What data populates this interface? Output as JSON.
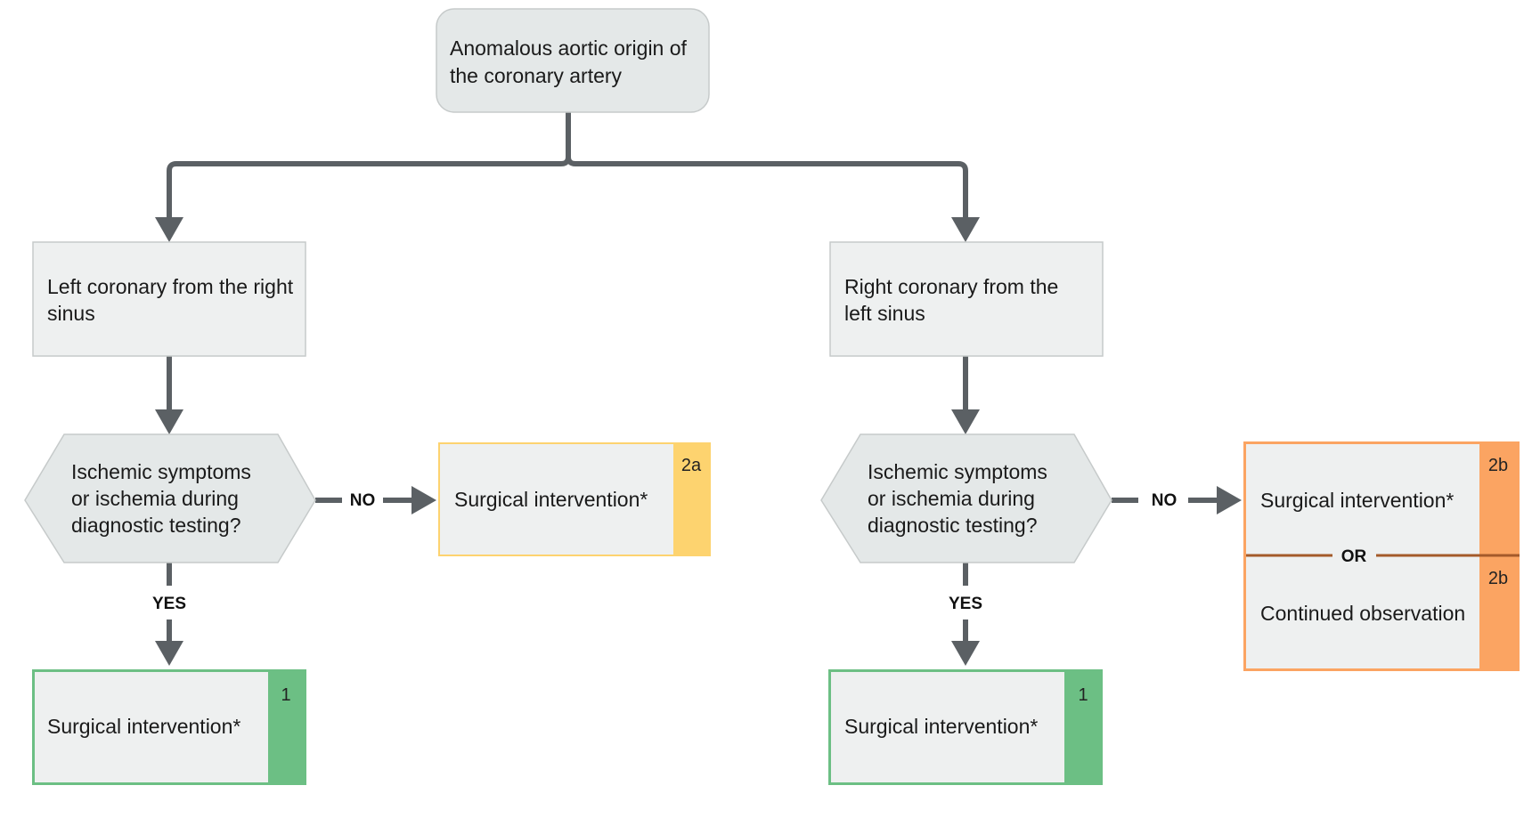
{
  "colors": {
    "connector": "#5b6064",
    "start_fill": "#e4e8e8",
    "box_fill": "#eef0f0",
    "box_border": "#c6caca",
    "grade_1": "#6cbf84",
    "grade_2a": "#fdd36f",
    "grade_2b": "#fba462",
    "or_divider": "#a45a2a"
  },
  "start": {
    "lines": [
      "Anomalous aortic origin of",
      "the coronary artery"
    ]
  },
  "left": {
    "title_lines": [
      "Left coronary from the right",
      "sinus"
    ],
    "decision_lines": [
      "Ischemic symptoms",
      "or ischemia during",
      "diagnostic testing?"
    ],
    "no_label": "NO",
    "yes_label": "YES",
    "no_outcome": {
      "text": "Surgical intervention*",
      "grade": "2a"
    },
    "yes_outcome": {
      "text": "Surgical intervention*",
      "grade": "1"
    }
  },
  "right": {
    "title_lines": [
      "Right coronary from the",
      "left sinus"
    ],
    "decision_lines": [
      "Ischemic symptoms",
      "or ischemia during",
      "diagnostic testing?"
    ],
    "no_label": "NO",
    "yes_label": "YES",
    "no_outcome": {
      "option_1": "Surgical intervention*",
      "grade_1": "2b",
      "or_label": "OR",
      "option_2": "Continued observation",
      "grade_2": "2b"
    },
    "yes_outcome": {
      "text": "Surgical intervention*",
      "grade": "1"
    }
  }
}
